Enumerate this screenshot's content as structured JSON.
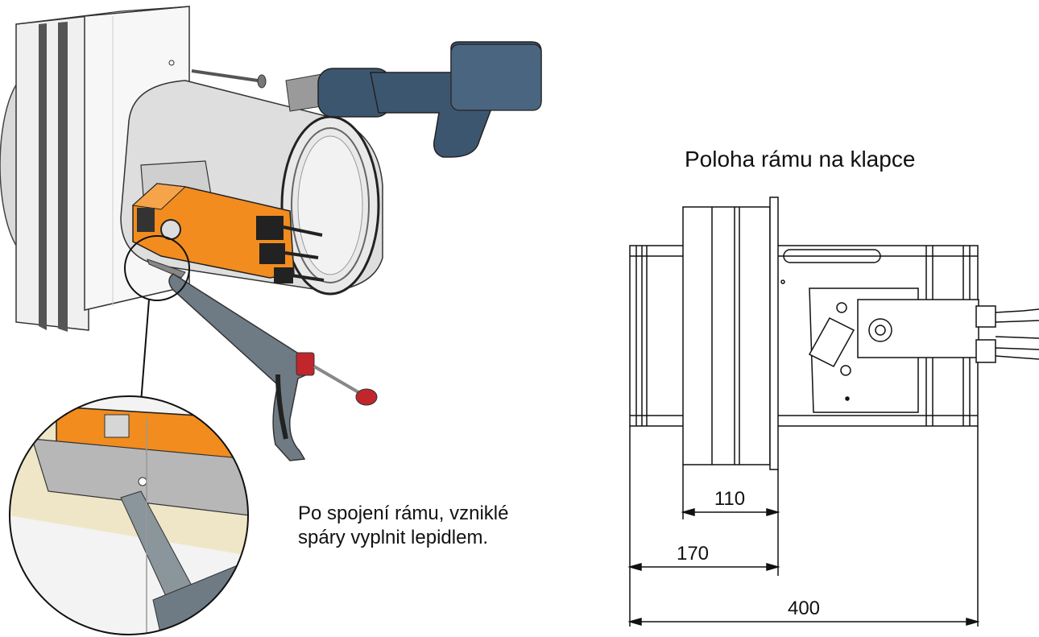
{
  "right_caption": "Poloha rámu na klapce",
  "note": {
    "line1": "Po spojení rámu, vzniklé",
    "line2": "spáry vyplnit lepidlem."
  },
  "dimensions": {
    "d110": "110",
    "d170": "170",
    "d400": "400"
  },
  "colors": {
    "actuator_orange": "#f28c1e",
    "drill_blue": "#3d5670",
    "gun_gray": "#6f7b84",
    "trigger_red": "#c0262c",
    "sealant_beige": "#efe6c8",
    "line": "#111111"
  }
}
